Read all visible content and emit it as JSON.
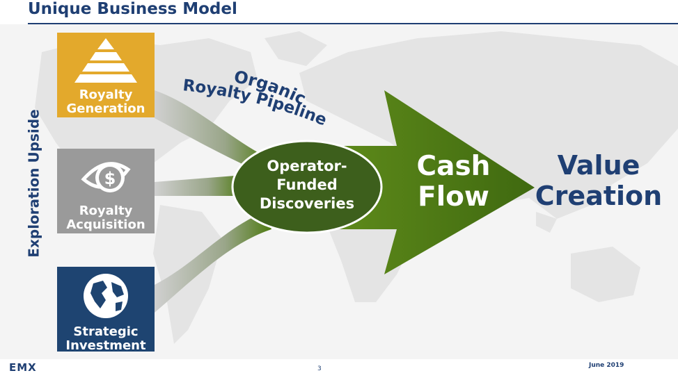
{
  "slide": {
    "title": "Unique Business Model",
    "side_label": "Exploration Upside",
    "pipeline_line1": "Organic",
    "pipeline_line2": "Royalty Pipeline",
    "center_line1": "Operator-",
    "center_line2": "Funded",
    "center_line3": "Discoveries",
    "cash_line1": "Cash",
    "cash_line2": "Flow",
    "value_line1": "Value",
    "value_line2": "Creation"
  },
  "boxes": [
    {
      "line1": "Royalty",
      "line2": "Generation",
      "color": "#e3a92c",
      "icon": "pyramid-icon"
    },
    {
      "line1": "Royalty",
      "line2": "Acquisition",
      "color": "#9a9a9a",
      "icon": "dollar-eye-icon"
    },
    {
      "line1": "Strategic",
      "line2": "Investment",
      "color": "#1e4471",
      "icon": "globe-icon"
    }
  ],
  "footer": {
    "logo": "EMX",
    "page": "3",
    "date": "June 2019"
  },
  "colors": {
    "title": "#1f3f73",
    "arrow_green": "#4e7a12",
    "ellipse_green": "#3d5f1c",
    "map_gray": "#e6e6e6"
  }
}
